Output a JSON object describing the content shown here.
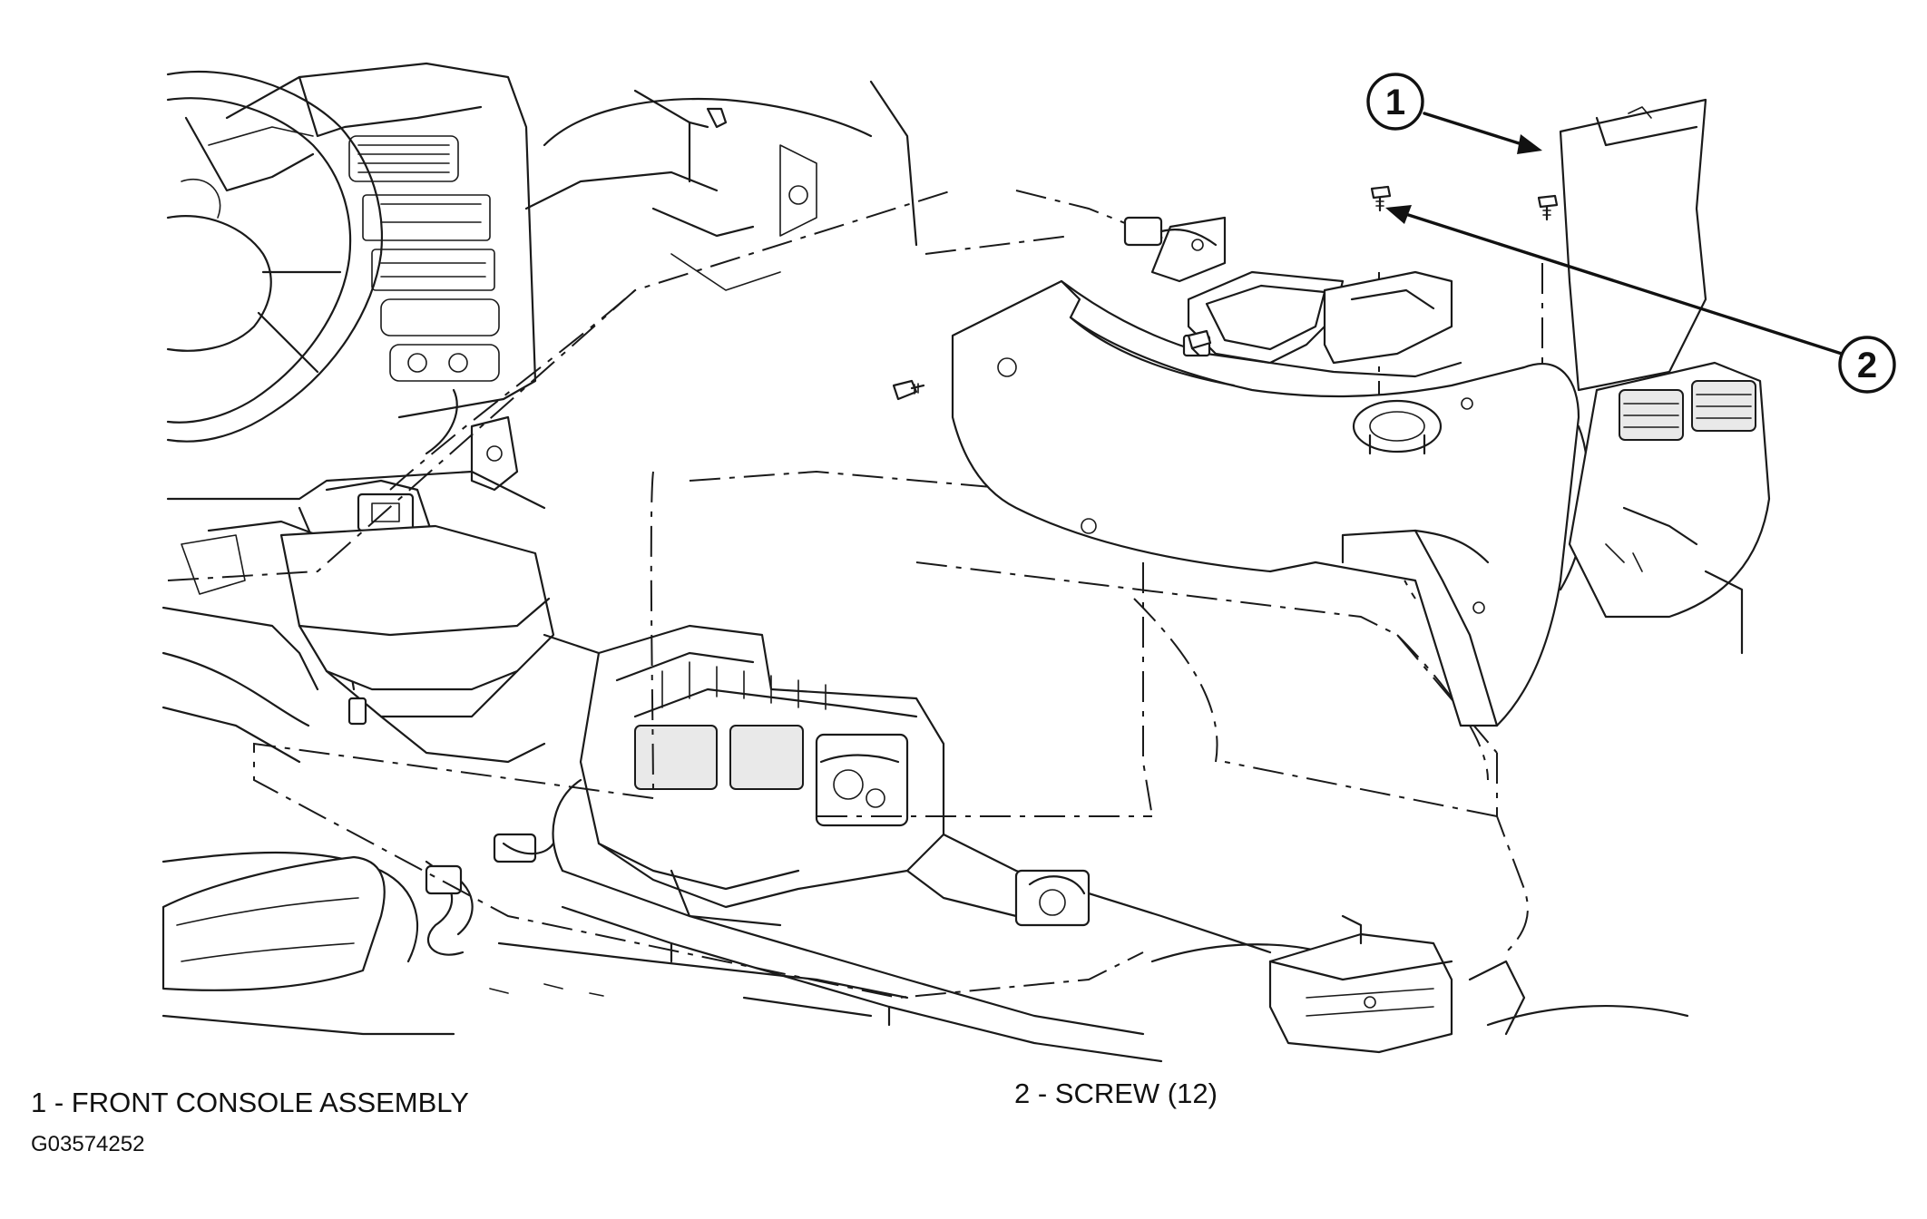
{
  "callouts": [
    {
      "number": "1",
      "label": "FRONT CONSOLE ASSEMBLY"
    },
    {
      "number": "2",
      "label": "SCREW (12)"
    }
  ],
  "legend": {
    "item_1": "1 - FRONT CONSOLE ASSEMBLY",
    "item_2": "2 - SCREW (12)"
  },
  "figure_id": "G03574252"
}
